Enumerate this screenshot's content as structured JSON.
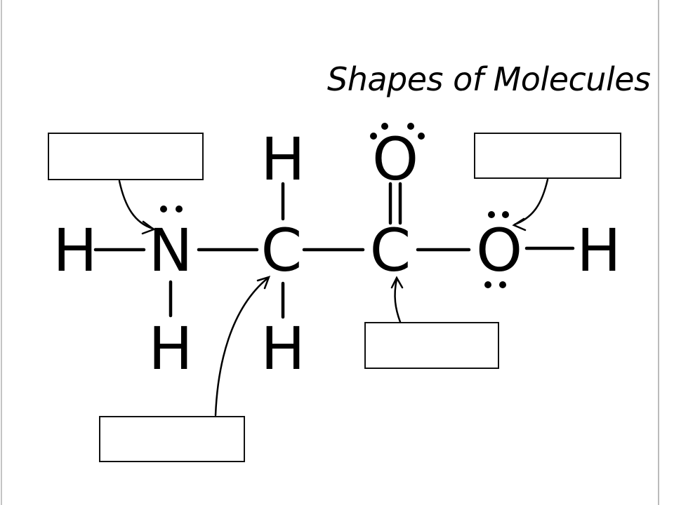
{
  "title": "Shapes of Molecules",
  "atoms": {
    "h_left": "H",
    "n": "N",
    "h_below_n": "H",
    "h_top_c1": "H",
    "c1": "C",
    "h_below_c1": "H",
    "o_top": "O",
    "c2": "C",
    "o_right": "O",
    "h_right": "H"
  },
  "label_boxes": {
    "nitrogen": "",
    "alpha_carbon": "",
    "carbonyl_carbon": "",
    "hydroxyl_oxygen": ""
  }
}
